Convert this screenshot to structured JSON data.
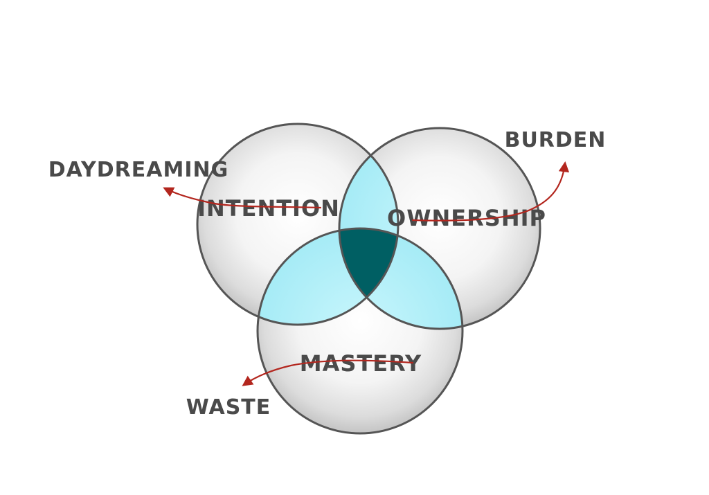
{
  "colors": {
    "ring_outline": "#555555",
    "ring_fill_center": "#ffffff",
    "ring_fill_edge": "#c9c9c9",
    "pair_overlap": "#b4f1fa",
    "triple_overlap": "#005f63",
    "arrow": "#b3261e",
    "text": "#4a4a4a"
  },
  "circles": {
    "intention": {
      "label": "INTENTION",
      "failure_label": "DAYDREAMING"
    },
    "ownership": {
      "label": "OWNERSHIP",
      "failure_label": "BURDEN"
    },
    "mastery": {
      "label": "MASTERY",
      "failure_label": "WASTE"
    }
  }
}
